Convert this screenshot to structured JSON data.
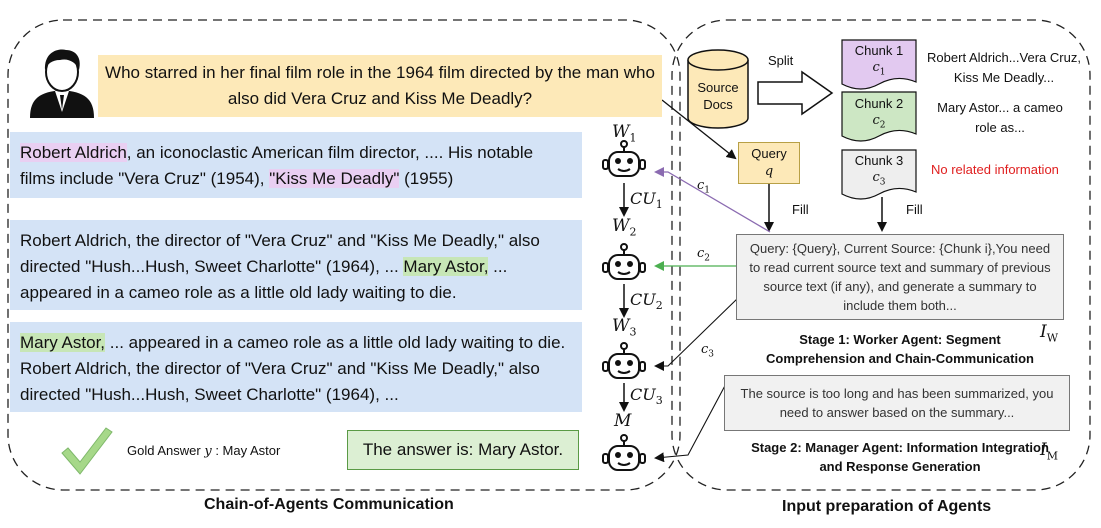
{
  "question": "Who starred in her final film role in the 1964 film directed by the man who also did Vera Cruz and Kiss Me Deadly?",
  "segments": [
    {
      "h1": "Robert Aldrich",
      "t1": ", an iconoclastic American film director, .... His notable films include \"Vera Cruz\" (1954), ",
      "h2": "\"Kiss Me Deadly\"",
      "t2": " (1955)"
    },
    {
      "t1": "Robert Aldrich, the director of \"Vera Cruz\" and \"Kiss Me Deadly,\" also directed \"Hush...Hush, Sweet Charlotte\" (1964), ... ",
      "h1": "Mary Astor,",
      "t2": " ... appeared in a cameo role as a little old lady waiting to die."
    },
    {
      "h1": "Mary Astor,",
      "t1": " ... appeared in a cameo role as a little old lady waiting to die. Robert Aldrich, the director of \"Vera Cruz\" and \"Kiss Me Deadly,\" also directed \"Hush...Hush, Sweet Charlotte\" (1964), ..."
    }
  ],
  "gold": {
    "prefix": "Gold Answer",
    "var": "y",
    "suffix": ": May Astor"
  },
  "answer": "The answer is: Mary Astor.",
  "agents": {
    "workers": [
      {
        "label": "W",
        "sub": "1"
      },
      {
        "label": "W",
        "sub": "2"
      },
      {
        "label": "W",
        "sub": "3"
      }
    ],
    "manager": "M",
    "cu": [
      {
        "label": "CU",
        "sub": "1"
      },
      {
        "label": "CU",
        "sub": "2"
      },
      {
        "label": "CU",
        "sub": "3"
      }
    ],
    "c_labels": [
      {
        "label": "c",
        "sub": "1"
      },
      {
        "label": "c",
        "sub": "2"
      },
      {
        "label": "c",
        "sub": "3"
      }
    ]
  },
  "left_title": "Chain-of-Agents Communication",
  "right_title": "Input preparation of Agents",
  "source_docs": "Source Docs",
  "split": "Split",
  "chunks": [
    {
      "name": "Chunk 1",
      "var": "c",
      "sub": "1",
      "text": "Robert Aldrich...Vera Cruz, Kiss Me Deadly...",
      "color": "#e2c9f0"
    },
    {
      "name": "Chunk 2",
      "var": "c",
      "sub": "2",
      "text": "Mary Astor... a cameo role as...",
      "color": "#cde7c4"
    },
    {
      "name": "Chunk 3",
      "var": "c",
      "sub": "3",
      "text": "No related information",
      "color": "#eeeeee"
    }
  ],
  "query": {
    "label": "Query",
    "var": "q"
  },
  "fill": "Fill",
  "worker_prompt": "Query: {Query}, Current Source: {Chunk i},You need to read current source text and summary of previous source text (if any), and generate a summary to include them both...",
  "manager_prompt": "The source is too long and has been summarized, you need to answer based on the summary...",
  "stage1": "Stage 1: Worker Agent: Segment Comprehension and Chain-Communication",
  "stage2": "Stage 2: Manager Agent: Information Integration and Response Generation",
  "iw": {
    "label": "I",
    "sub": "W"
  },
  "im": {
    "label": "I",
    "sub": "M"
  },
  "colors": {
    "purple": "#8b6bb1",
    "green": "#4caf50",
    "question_bg": "#fde9b8",
    "segment_bg": "#d4e3f6",
    "red": "#e02020"
  }
}
